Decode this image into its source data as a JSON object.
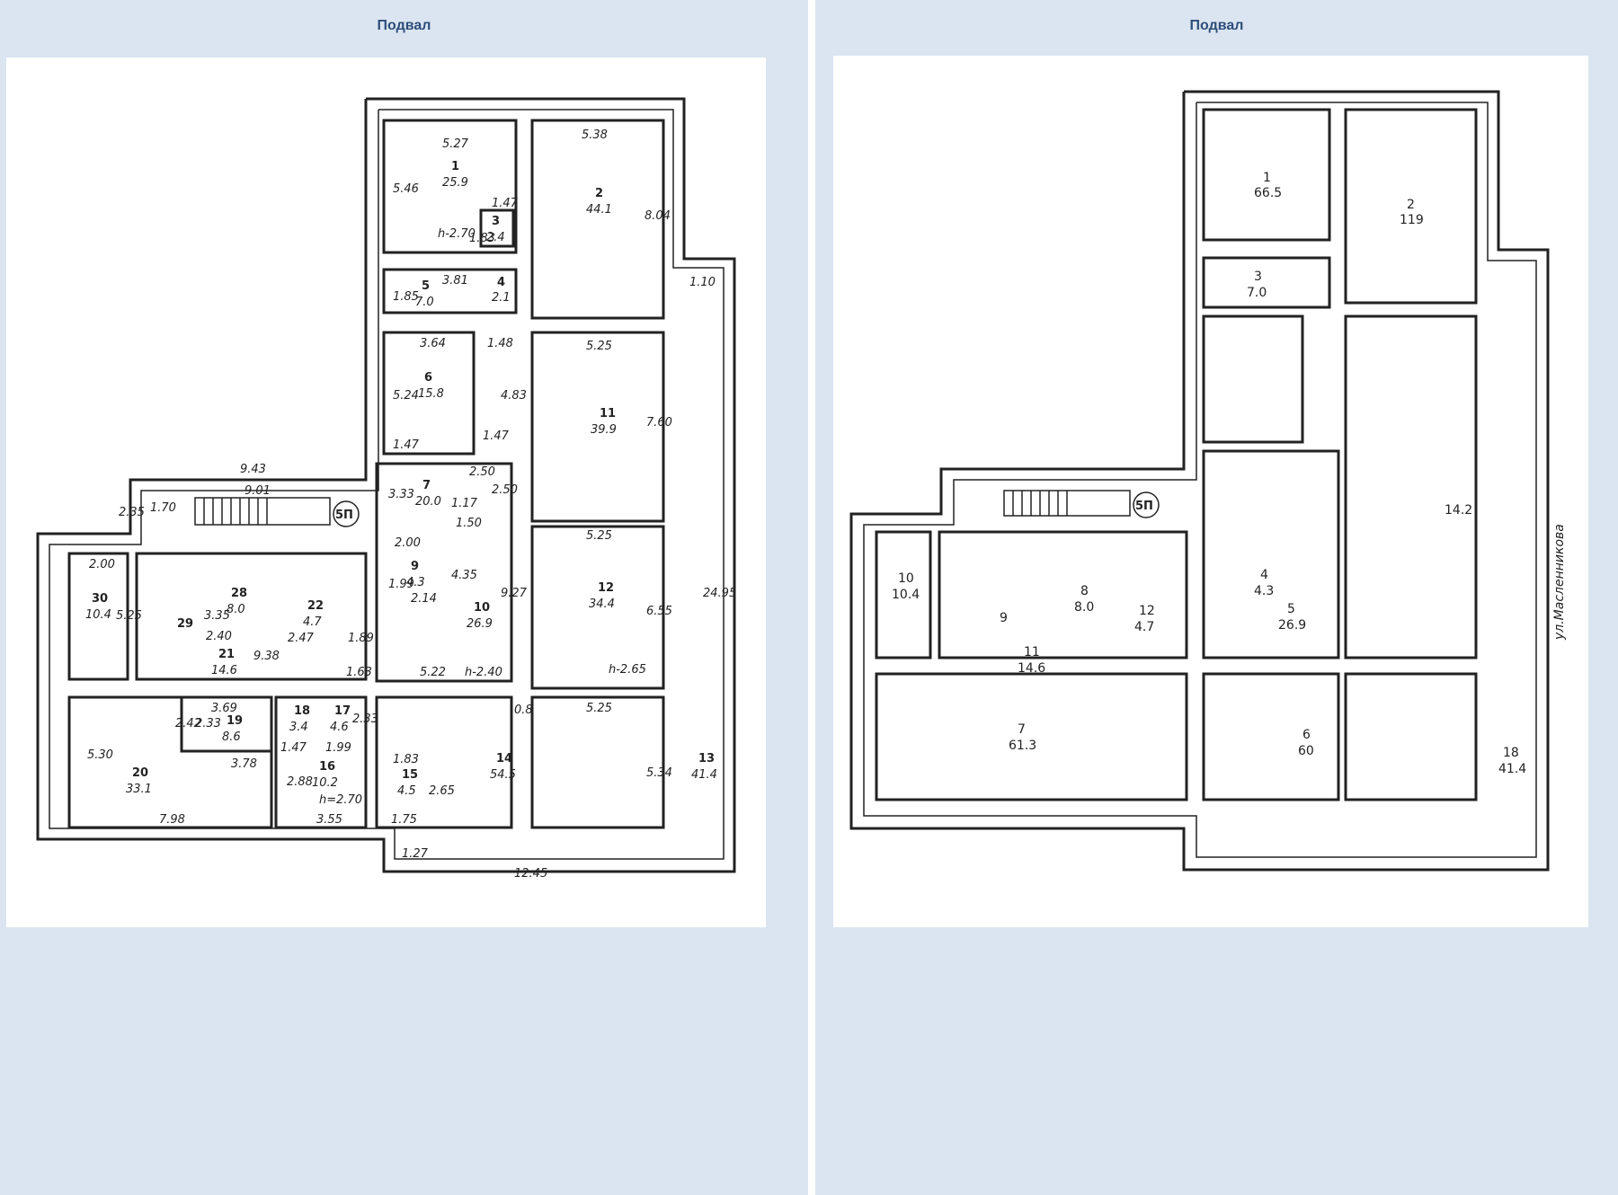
{
  "left_panel": {
    "title": "Подвал",
    "rooms": [
      {
        "num": "1",
        "area": "25.9"
      },
      {
        "num": "2",
        "area": "44.1"
      },
      {
        "num": "3",
        "area": "2.4"
      },
      {
        "num": "4",
        "area": "2.1"
      },
      {
        "num": "5",
        "area": "7.0"
      },
      {
        "num": "6",
        "area": "15.8"
      },
      {
        "num": "7",
        "area": "20.0"
      },
      {
        "num": "9",
        "area": "4.3"
      },
      {
        "num": "10",
        "area": "26.9"
      },
      {
        "num": "11",
        "area": "39.9"
      },
      {
        "num": "12",
        "area": "34.4"
      },
      {
        "num": "13",
        "area": "41.4"
      },
      {
        "num": "14",
        "area": "54.5"
      },
      {
        "num": "15",
        "area": "4.5"
      },
      {
        "num": "16",
        "area": "10.2"
      },
      {
        "num": "17",
        "area": "4.6"
      },
      {
        "num": "18",
        "area": "3.4"
      },
      {
        "num": "19",
        "area": "8.6"
      },
      {
        "num": "20",
        "area": "33.1"
      },
      {
        "num": "21",
        "area": "14.6"
      },
      {
        "num": "22",
        "area": "4.7"
      },
      {
        "num": "28",
        "area": "8.0"
      },
      {
        "num": "29",
        "area": ""
      },
      {
        "num": "30",
        "area": "10.4"
      }
    ],
    "dims": [
      "5.27",
      "5.46",
      "h-2.70",
      "1.47",
      "1.83",
      "5.38",
      "8.04",
      "3.81",
      "1.85",
      "3.64",
      "1.48",
      "5.24",
      "4.83",
      "1.47",
      "1.47",
      "5.25",
      "7.60",
      "9.43",
      "9.01",
      "2.35",
      "1.70",
      "3.33",
      "2.50",
      "1.17",
      "2.50",
      "1.50",
      "2.00",
      "1.99",
      "2.14",
      "4.35",
      "9.27",
      "5.25",
      "6.55",
      "h-2.65",
      "1.10",
      "24.95",
      "9.38",
      "1.63",
      "5.22",
      "h-2.40",
      "0.8",
      "5.25",
      "5.34",
      "3.35",
      "2.40",
      "2.47",
      "1.89",
      "2.00",
      "5.25",
      "2.42",
      "2.33",
      "3.69",
      "3.78",
      "1.47",
      "1.99",
      "2.33",
      "5.30",
      "7.98",
      "2.88",
      "h=2.70",
      "3.55",
      "1.83",
      "2.65",
      "1.75",
      "1.27",
      "12.45"
    ],
    "stamp": "5П"
  },
  "right_panel": {
    "title": "Подвал",
    "rooms": [
      {
        "num": "1",
        "area": "66.5"
      },
      {
        "num": "2",
        "area": "119"
      },
      {
        "num": "3",
        "area": "7.0"
      },
      {
        "num": "4",
        "area": "4.3"
      },
      {
        "num": "5",
        "area": "26.9"
      },
      {
        "num": "6",
        "area": "60"
      },
      {
        "num": "7",
        "area": "61.3"
      },
      {
        "num": "8",
        "area": "8.0"
      },
      {
        "num": "9",
        "area": ""
      },
      {
        "num": "10",
        "area": "10.4"
      },
      {
        "num": "11",
        "area": "14.6"
      },
      {
        "num": "12",
        "area": "4.7"
      },
      {
        "num": "14.2",
        "area": ""
      },
      {
        "num": "18",
        "area": "41.4"
      }
    ],
    "street": "ул.Масленникова",
    "stamp": "5П"
  }
}
